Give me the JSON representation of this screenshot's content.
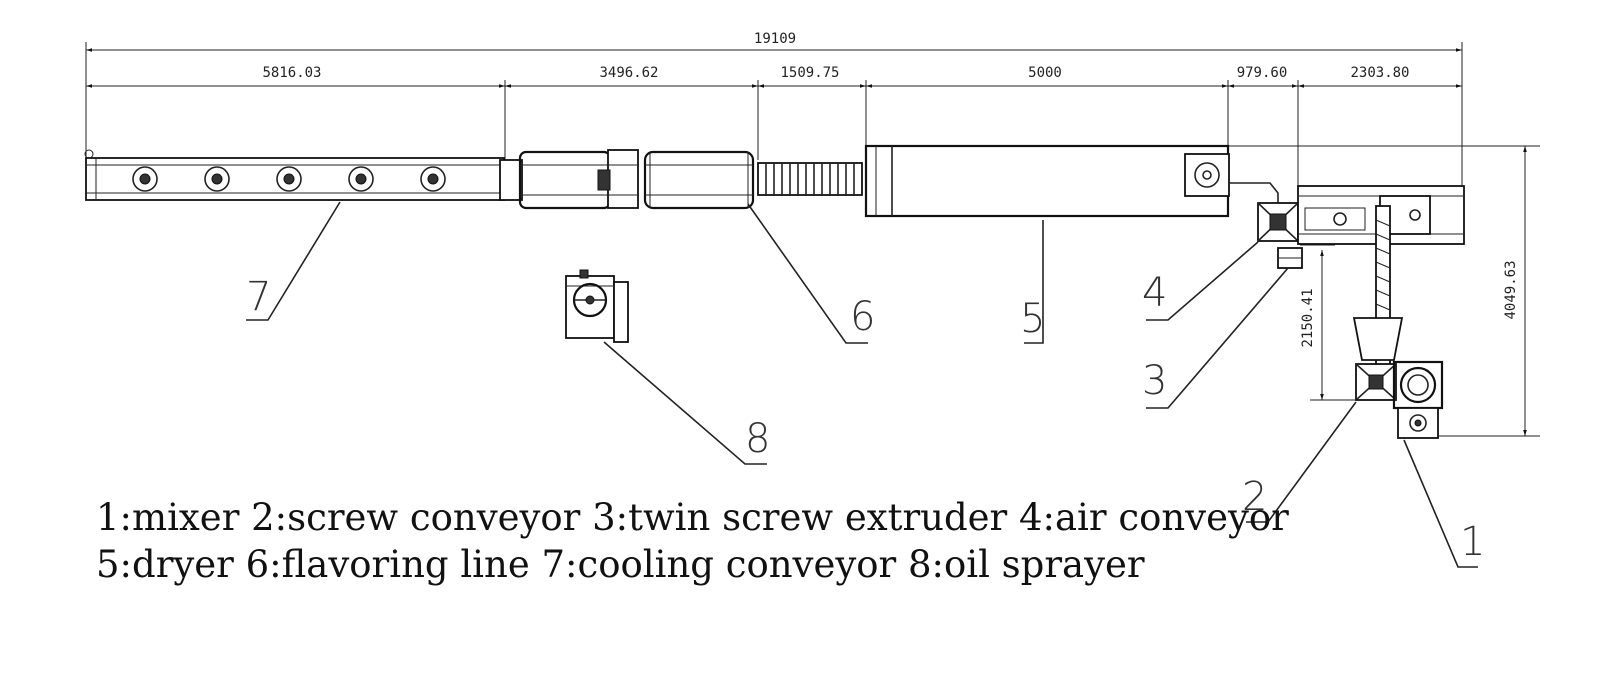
{
  "dimensions": {
    "total": "19109",
    "seg1": "5816.03",
    "seg2": "3496.62",
    "seg3": "1509.75",
    "seg4": "5000",
    "seg5": "979.60",
    "seg6": "2303.80",
    "vert_small": "2150.41",
    "vert_large": "4049.63"
  },
  "callouts": {
    "c1": "1",
    "c2": "2",
    "c3": "3",
    "c4": "4",
    "c5": "5",
    "c6": "6",
    "c7": "7",
    "c8": "8"
  },
  "legend": {
    "line1": "1:mixer 2:screw conveyor 3:twin screw extruder 4:air conveyor",
    "line2": "5:dryer 6:flavoring line 7:cooling conveyor 8:oil sprayer"
  }
}
